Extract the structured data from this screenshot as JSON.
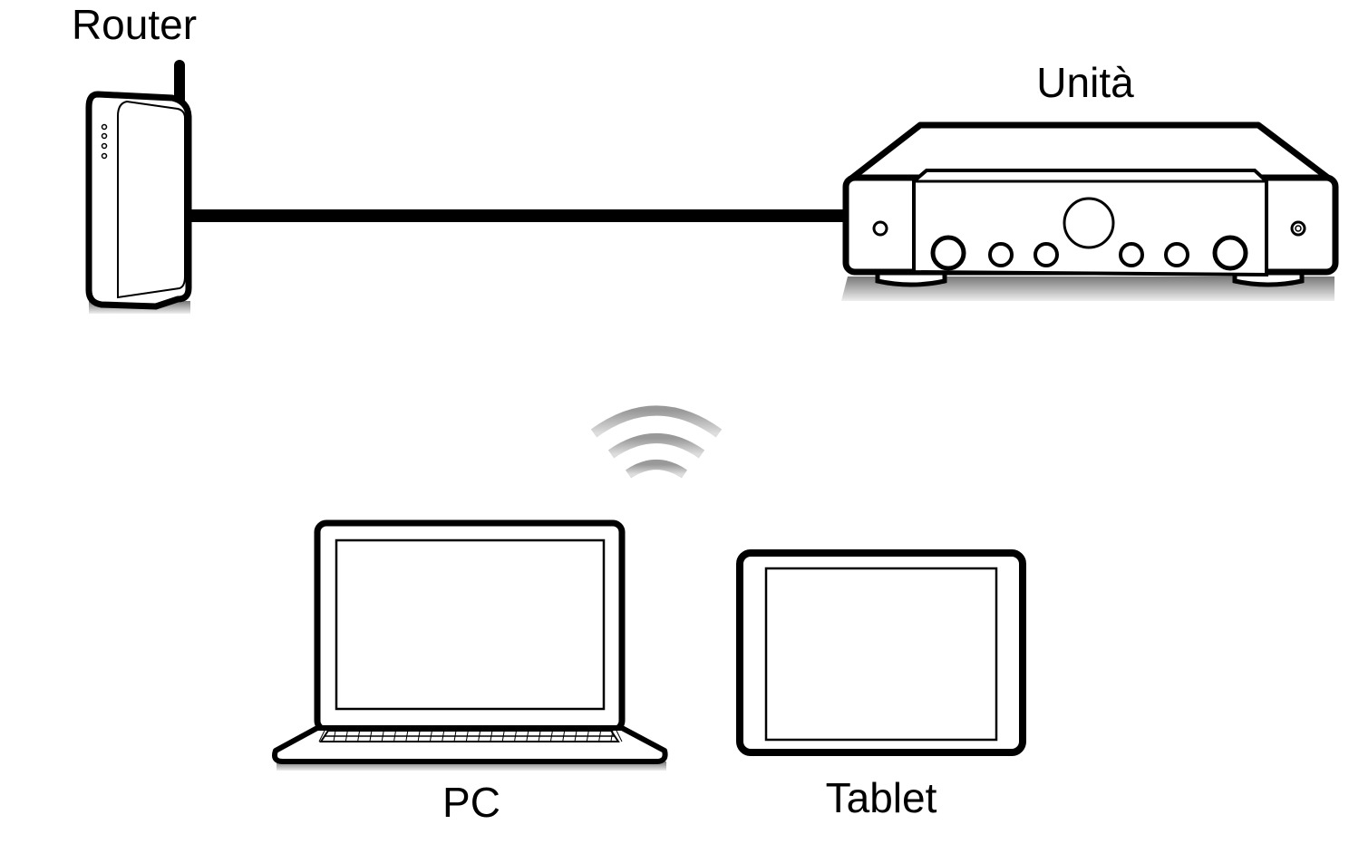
{
  "labels": {
    "router": "Router",
    "unit": "Unità",
    "pc": "PC",
    "tablet": "Tablet"
  },
  "colors": {
    "stroke": "#000000",
    "background": "#ffffff",
    "wifi": "#b0b0b0",
    "shadow": "#9a9a9a"
  },
  "icons": [
    "router-icon",
    "amplifier-icon",
    "wifi-icon",
    "laptop-icon",
    "tablet-icon"
  ]
}
